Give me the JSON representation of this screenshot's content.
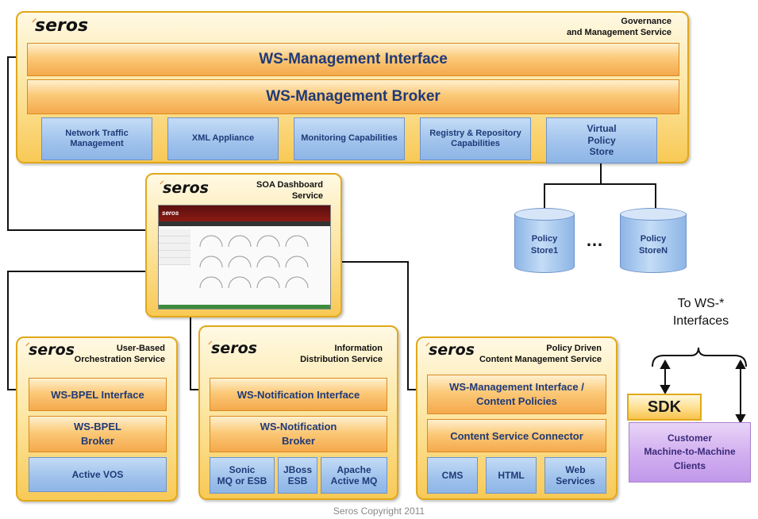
{
  "governance": {
    "logo": "seros",
    "title_line1": "Governance",
    "title_line2": "and Management Service",
    "interface": "WS-Management Interface",
    "broker": "WS-Management Broker",
    "capabilities": [
      {
        "line1": "Network Traffic",
        "line2": "Management"
      },
      {
        "line1": "XML Appliance",
        "line2": ""
      },
      {
        "line1": "Monitoring Capabilities",
        "line2": ""
      },
      {
        "line1": "Registry & Repository",
        "line2": "Capabilities"
      },
      {
        "line1": "Virtual",
        "line2": "Policy",
        "line3": "Store"
      }
    ]
  },
  "dashboard": {
    "logo": "seros",
    "title_line1": "SOA Dashboard",
    "title_line2": "Service",
    "screen_logo": "seros"
  },
  "policy_stores": {
    "store1_line1": "Policy",
    "store1_line2": "Store1",
    "storeN_line1": "Policy",
    "storeN_line2": "StoreN",
    "ellipsis": "…"
  },
  "orchestration": {
    "logo": "seros",
    "title_line1": "User-Based",
    "title_line2": "Orchestration Service",
    "interface": "WS-BPEL Interface",
    "broker_line1": "WS-BPEL",
    "broker_line2": "Broker",
    "engine": "Active VOS"
  },
  "distribution": {
    "logo": "seros",
    "title_line1": "Information",
    "title_line2": "Distribution Service",
    "interface": "WS-Notification Interface",
    "broker_line1": "WS-Notification",
    "broker_line2": "Broker",
    "engines": [
      {
        "line1": "Sonic",
        "line2": "MQ or ESB"
      },
      {
        "line1": "JBoss",
        "line2": "ESB"
      },
      {
        "line1": "Apache",
        "line2": "Active MQ"
      }
    ]
  },
  "content": {
    "logo": "seros",
    "title_line1": "Policy Driven",
    "title_line2": "Content Management Service",
    "interface_line1": "WS-Management Interface /",
    "interface_line2": "Content Policies",
    "connector": "Content Service Connector",
    "engines": [
      {
        "line1": "CMS",
        "line2": ""
      },
      {
        "line1": "HTML",
        "line2": ""
      },
      {
        "line1": "Web",
        "line2": "Services"
      }
    ]
  },
  "external": {
    "to_ws_line1": "To WS-*",
    "to_ws_line2": "Interfaces",
    "sdk": "SDK",
    "clients_line1": "Customer",
    "clients_line2": "Machine-to-Machine",
    "clients_line3": "Clients"
  },
  "footer": {
    "copyright": "Seros Copyright 2011"
  },
  "colors": {
    "panel_border": "#e1a81a",
    "orange_bar": "#f5a94c",
    "blue_box": "#a1c3ec",
    "text_blue": "#1f3a78",
    "purple_box": "#d3b1f0"
  }
}
